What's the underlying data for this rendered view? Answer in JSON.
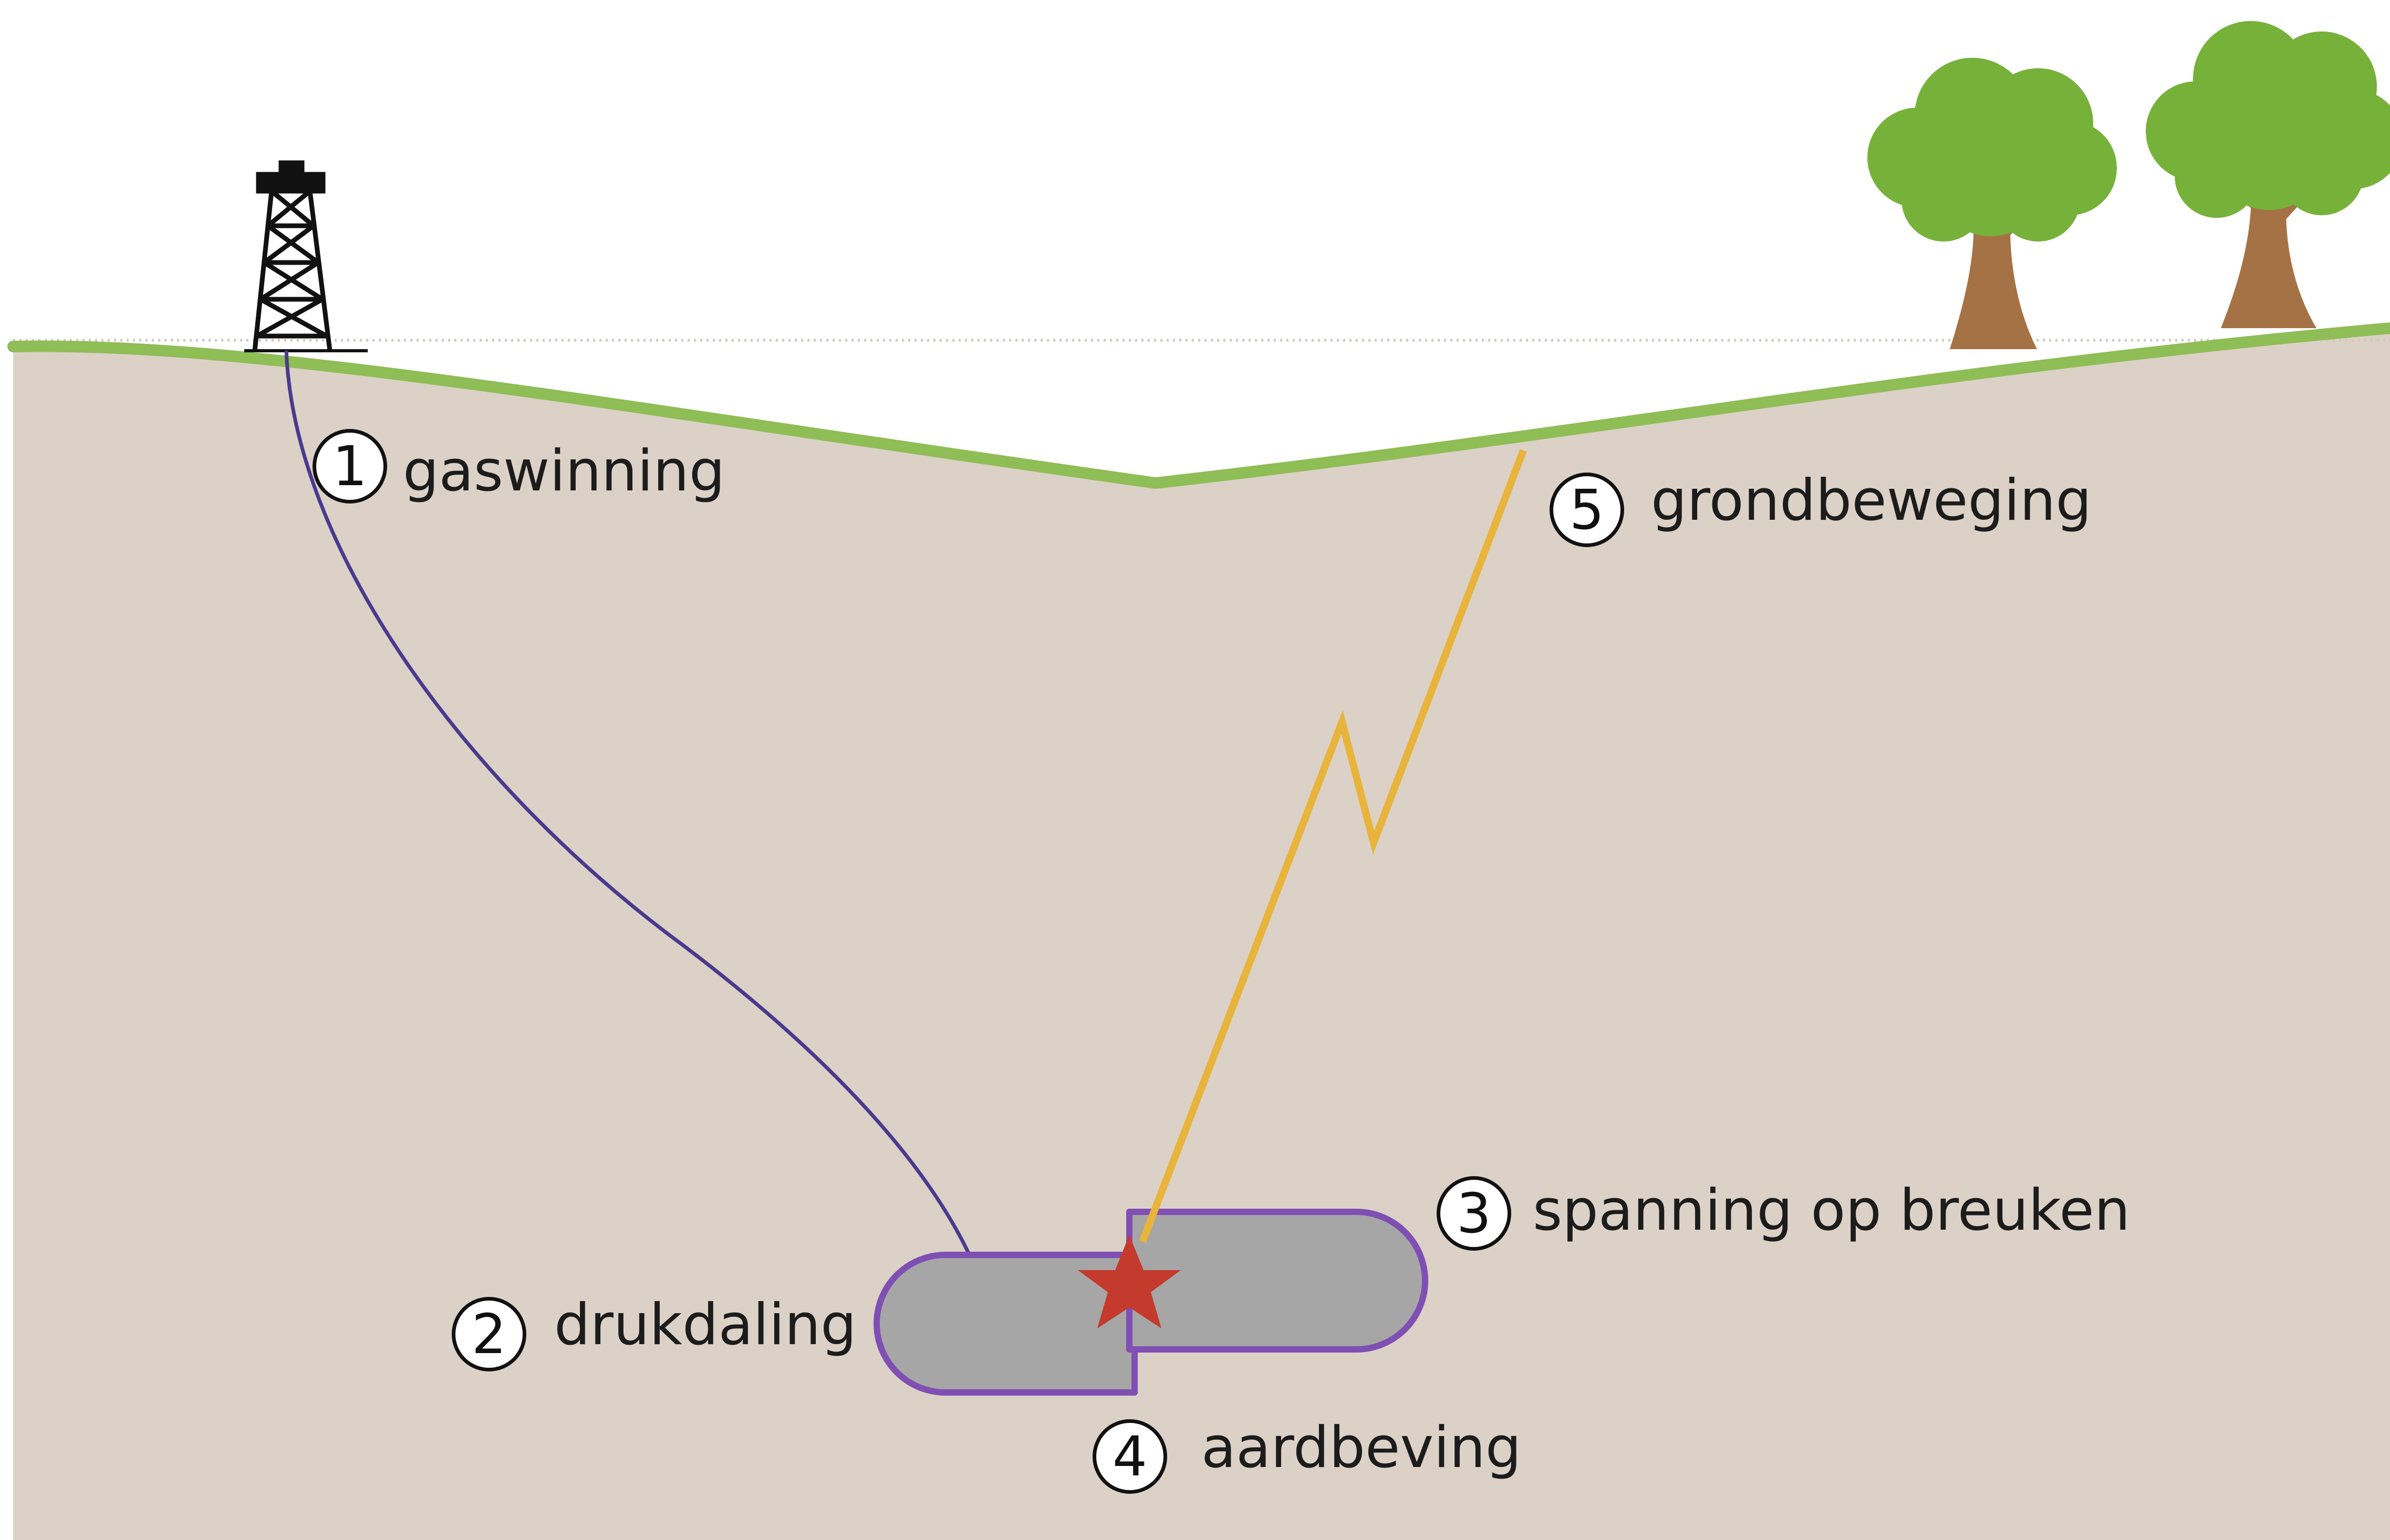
{
  "colors": {
    "sky": "#ffffff",
    "ground": "#dcd1c6",
    "grass": "#8fbd56",
    "well": "#4a3a8e",
    "reservoir_fill": "#a6a6a6",
    "reservoir_outline": "#7f4fb4",
    "lightning": "#e8b43b",
    "star": "#c43a2c",
    "tree_foliage": "#76b13a",
    "tree_trunk": "#a57245"
  },
  "icons": [
    "drilling-rig-icon",
    "tree-icon",
    "earthquake-star-icon"
  ],
  "steps": [
    {
      "number": "1",
      "label": "gaswinning"
    },
    {
      "number": "2",
      "label": "drukdaling"
    },
    {
      "number": "3",
      "label": "spanning op breuken"
    },
    {
      "number": "4",
      "label": "aardbeving"
    },
    {
      "number": "5",
      "label": "grondbeweging"
    }
  ]
}
